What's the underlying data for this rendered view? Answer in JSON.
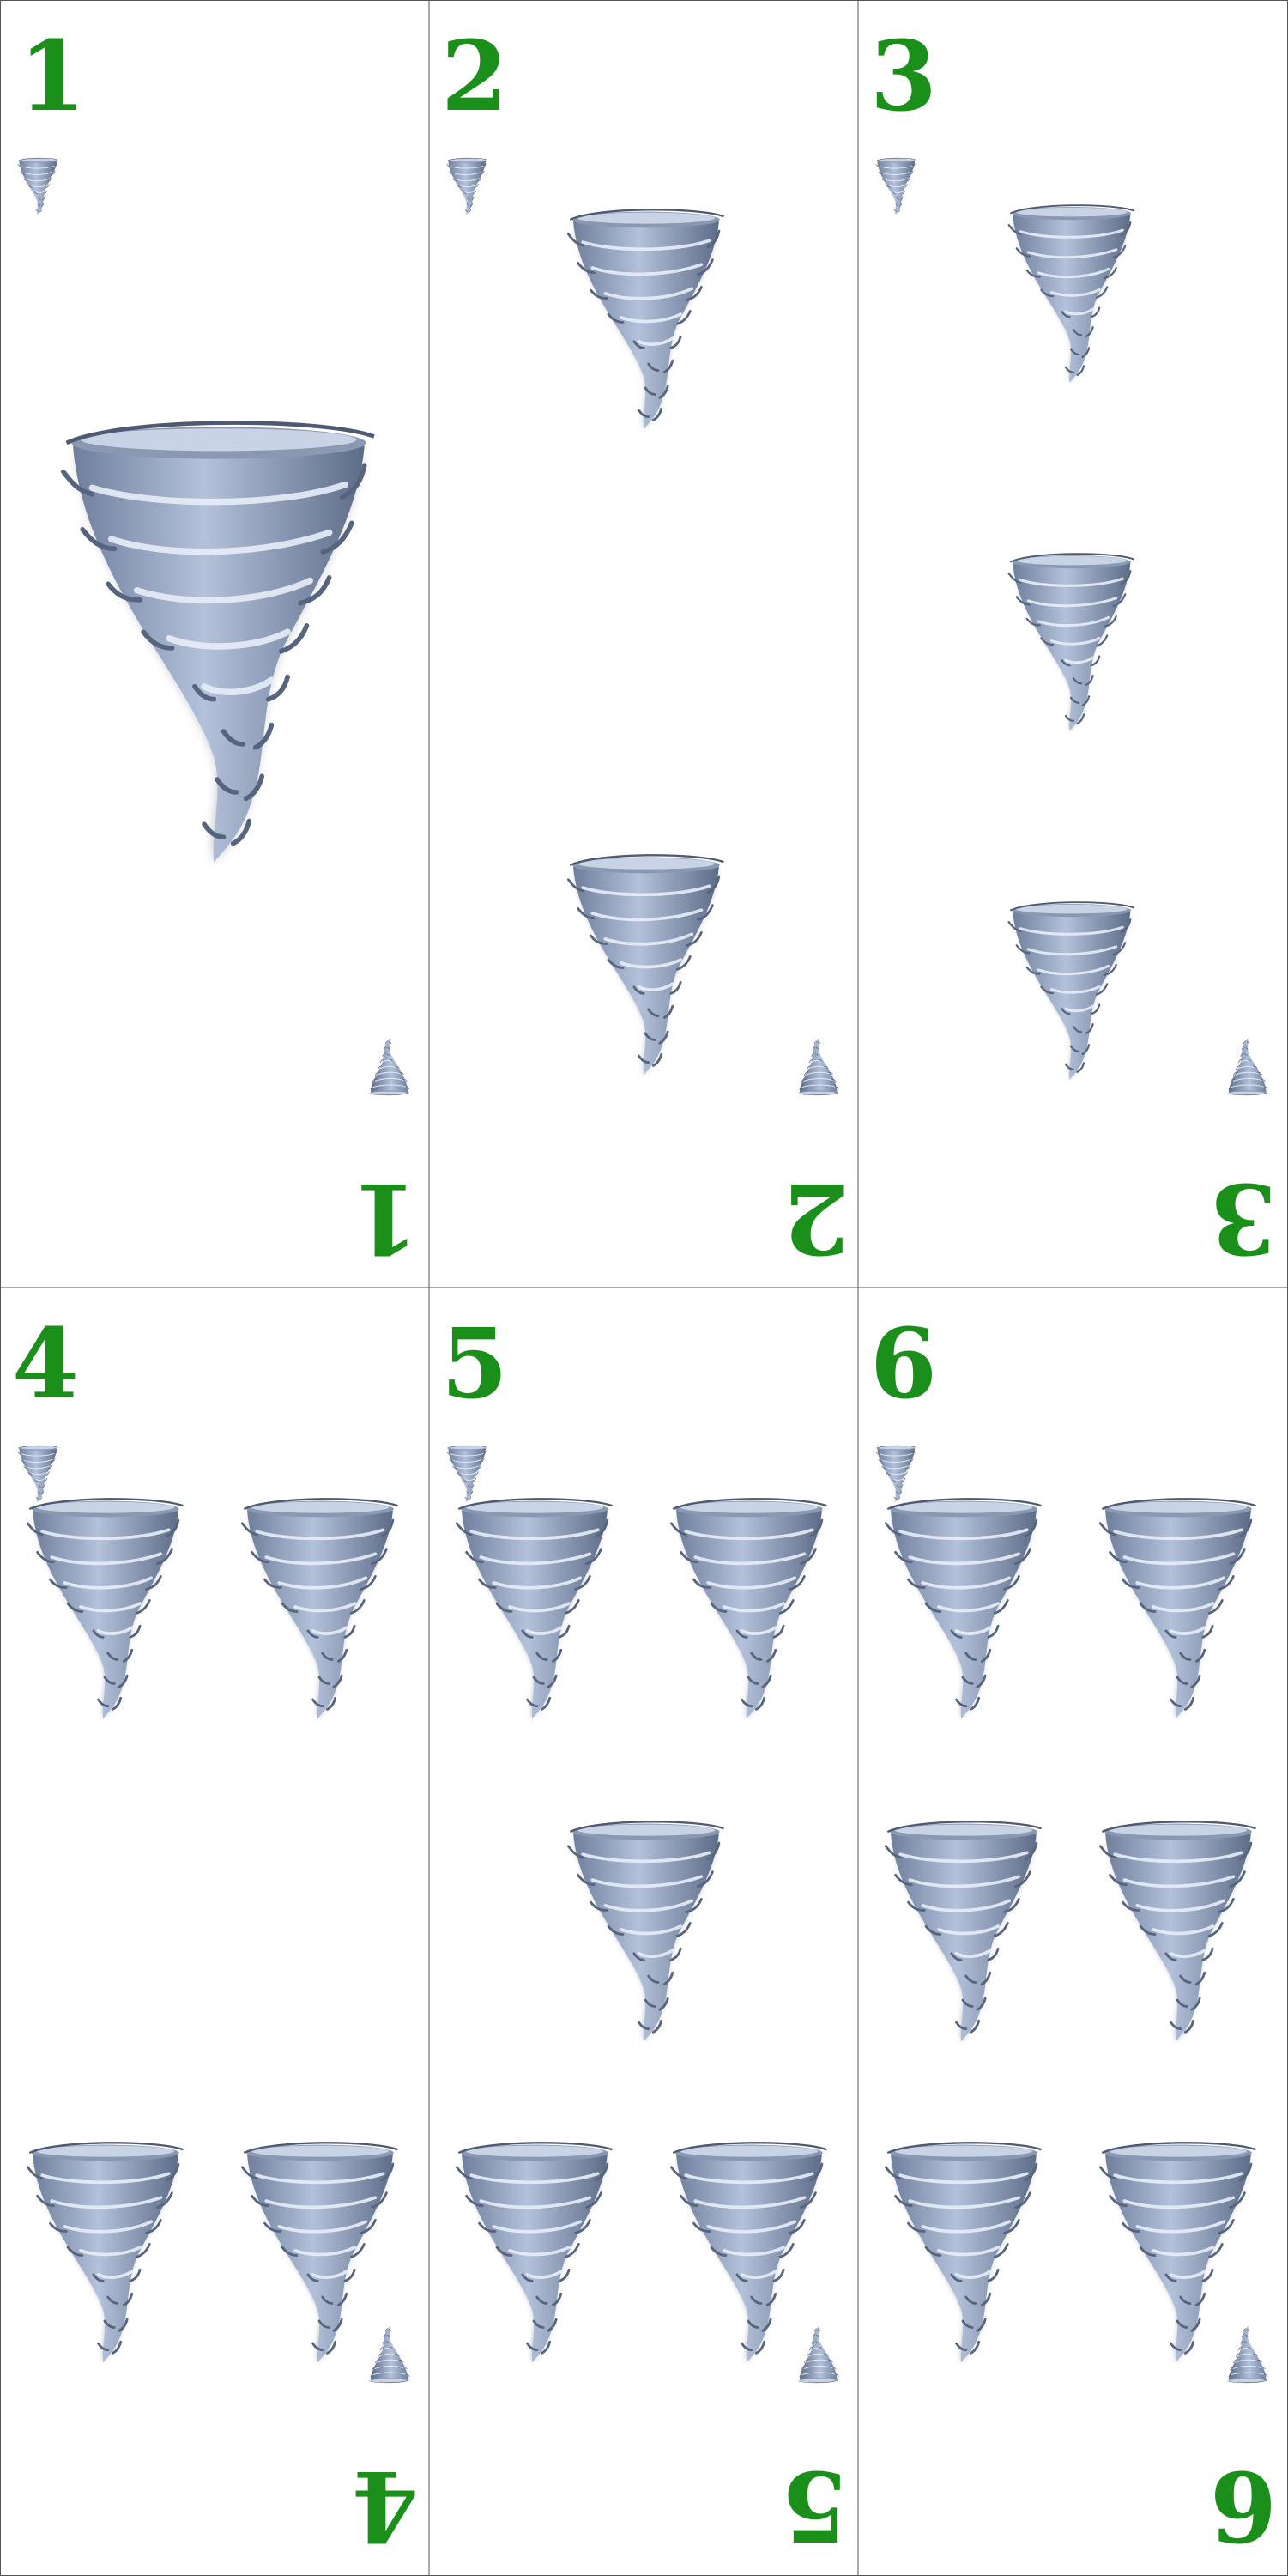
{
  "sheet": {
    "card_suit": "tornado",
    "suit_icon": "tornado-icon",
    "rank_color": "#1a8f1a",
    "border_color": "#555555",
    "cards": [
      {
        "rank": "1",
        "count": 1
      },
      {
        "rank": "2",
        "count": 2
      },
      {
        "rank": "3",
        "count": 3
      },
      {
        "rank": "4",
        "count": 4
      },
      {
        "rank": "5",
        "count": 5
      },
      {
        "rank": "6",
        "count": 6
      }
    ]
  }
}
